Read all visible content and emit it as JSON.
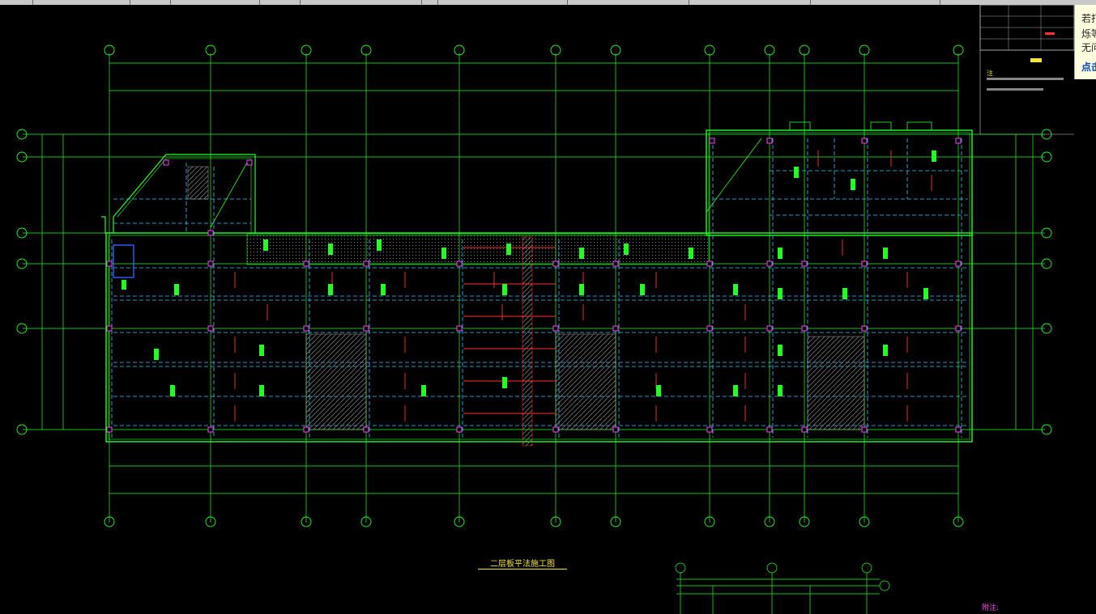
{
  "drawing": {
    "title": "二层板平法施工图",
    "note_label": "附注:",
    "notes_heading": "注",
    "axes_top": [],
    "axes_left": []
  },
  "popup": {
    "line1": "若打",
    "line2": "烁等",
    "line3": "无问",
    "link": "点击"
  },
  "colors": {
    "background": "#000000",
    "grid": "#22ff22",
    "beam_dashed": "#39c6ff",
    "column": "#ff40ff",
    "rebar": "#ff3030",
    "label": "#f2e33a",
    "toolbar": "#c8c8c8"
  }
}
